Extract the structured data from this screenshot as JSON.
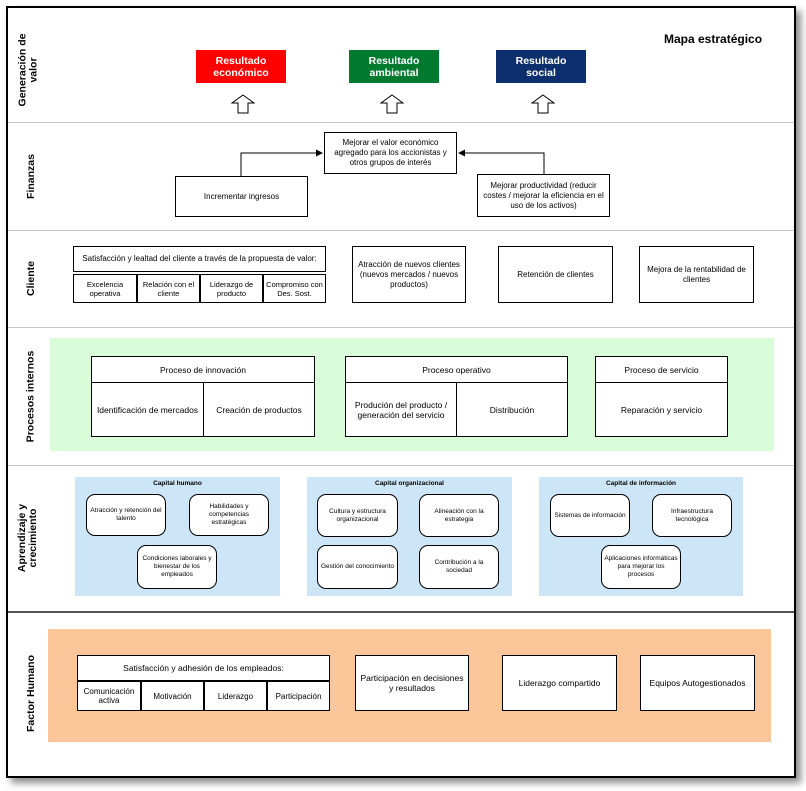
{
  "title": "Mapa estratégico",
  "colors": {
    "economico": "#ff0000",
    "ambiental": "#007a2f",
    "social": "#0d2f6e",
    "procesos_bg": "#d9fcd9",
    "aprendizaje_bg": "#cce6f7",
    "factor_bg": "#fbc79a"
  },
  "rows": {
    "generacion": "Generación de\nvalor",
    "finanzas": "Finanzas",
    "cliente": "Cliente",
    "procesos": "Procesos internos",
    "aprendizaje": "Aprendizaje y\ncrecimiento",
    "factor": "Factor Humano"
  },
  "resultados": {
    "economico": "Resultado\neconómico",
    "ambiental": "Resultado\nambiental",
    "social": "Resultado\nsocial"
  },
  "finanzas": {
    "main": "Mejorar el valor económico agregado para los accionistas y otros grupos de interés",
    "ingresos": "Incrementar ingresos",
    "productividad": "Mejorar productividad (reducir costes / mejorar la eficiencia en el uso de los activos)"
  },
  "cliente": {
    "propuesta": "Satisfacción y lealtad del cliente a través de la propuesta de valor:",
    "items": [
      "Excelencia operativa",
      "Relación con el cliente",
      "Liderazgo de producto",
      "Compromiso con Des. Sost."
    ],
    "atraccion": "Atracción de nuevos clientes (nuevos mercados / nuevos productos)",
    "retencion": "Retención de clientes",
    "rentabilidad": "Mejora de la rentabilidad de clientes"
  },
  "procesos": {
    "innovacion": "Proceso de innovación",
    "identificacion": "Identificación de mercados",
    "creacion": "Creación de productos",
    "operativo": "Proceso operativo",
    "produccion": "Produción del producto / generación del servicio",
    "distribucion": "Distribución",
    "servicio": "Proceso de servicio",
    "reparacion": "Reparación y servicio"
  },
  "aprendizaje": {
    "humano": {
      "title": "Capital humano",
      "a": "Atracción y retención del talento",
      "b": "Habilidades y competencias estratégicas",
      "c": "Condiciones laborales y bienestar de los empleados"
    },
    "organizacional": {
      "title": "Capital organizacional",
      "a": "Cultura y estructura organizacional",
      "b": "Alineación con la estrategia",
      "c": "Gestión del conocimiento",
      "d": "Contribución a la sociedad"
    },
    "informacion": {
      "title": "Capital de información",
      "a": "Sistemas de información",
      "b": "Infraestructura tecnológica",
      "c": "Aplicaciones informáticas para mejorar los procesos"
    }
  },
  "factor": {
    "satisfaccion": "Satisfacción y adhesión de los empleados:",
    "items": [
      "Comunicación activa",
      "Motivación",
      "Liderazgo",
      "Participación"
    ],
    "participacion": "Participación en decisiones y resultados",
    "liderazgo": "Liderazgo compartido",
    "equipos": "Equipos Autogestionados"
  }
}
